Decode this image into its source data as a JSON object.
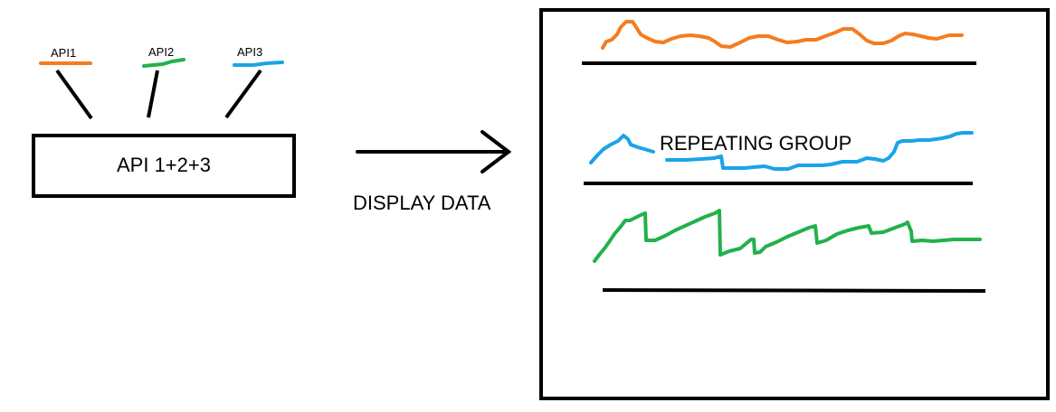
{
  "sources": [
    {
      "label": "API1",
      "color": "#f47c20"
    },
    {
      "label": "API2",
      "color": "#22b14c"
    },
    {
      "label": "API3",
      "color": "#1aa3e8"
    }
  ],
  "combined_box": {
    "label": "API 1+2+3"
  },
  "arrow": {
    "label": "DISPLAY DATA"
  },
  "display": {
    "label": "REPEATING GROUP"
  },
  "colors": {
    "ink": "#000000",
    "api1": "#f47c20",
    "api2": "#22b14c",
    "api3": "#1aa3e8"
  }
}
